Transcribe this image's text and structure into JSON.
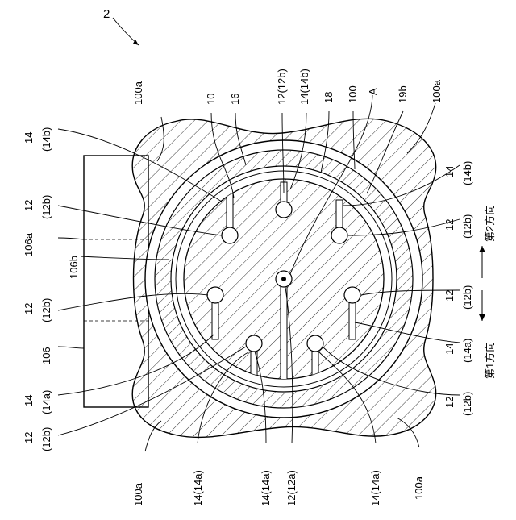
{
  "figure": {
    "number": "2",
    "labels": {
      "body_top_left": "100a",
      "body_top_right": "100a",
      "body_bottom_left": "100a",
      "body_bottom_right": "100a",
      "ref_10": "10",
      "ref_16": "16",
      "ref_12_12b_top": "12(12b)",
      "ref_14_14b_top": "14(14b)",
      "ref_18": "18",
      "ref_100": "100",
      "ref_A": "A",
      "ref_19b": "19b",
      "left_14": "14",
      "left_14b": "(14b)",
      "left_12_a": "12",
      "left_12b_a": "(12b)",
      "ref_106a": "106a",
      "ref_106b": "106b",
      "left_12_b": "12",
      "left_12b_b": "(12b)",
      "ref_106": "106",
      "left_14_c": "14",
      "left_14a_c": "(14a)",
      "left_12_d": "12",
      "left_12b_d": "(12b)",
      "right_14": "14",
      "right_14b": "(14b)",
      "right_12_a": "12",
      "right_12b_a": "(12b)",
      "right_12_b": "12",
      "right_12b_b": "(12b)",
      "right_14_c": "14",
      "right_14a_c": "(14a)",
      "right_12_d": "12",
      "right_12b_d": "(12b)",
      "bottom_14_14a_left": "14(14a)",
      "bottom_14_14a_mid": "14(14a)",
      "bottom_12_12a": "12(12a)",
      "bottom_14_14a_right": "14(14a)",
      "dir_second": "第2方向",
      "dir_first": "第1方向"
    }
  }
}
